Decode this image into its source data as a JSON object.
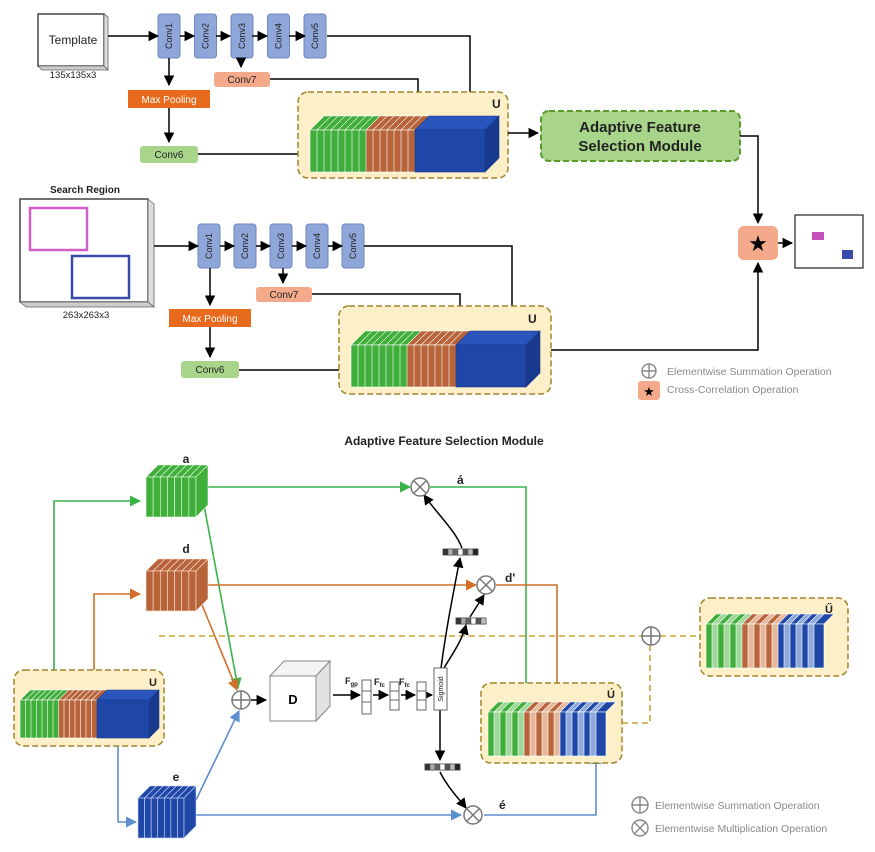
{
  "top": {
    "template_label": "Template",
    "template_size": "135x135x3",
    "search_title": "Search Region",
    "search_size": "263x263x3",
    "conv1": "Conv1",
    "conv2": "Conv2",
    "conv3": "Conv3",
    "conv4": "Conv4",
    "conv5": "Conv5",
    "conv6": "Conv6",
    "conv7": "Conv7",
    "maxpool": "Max Pooling",
    "u_label": "U",
    "afs_line1": "Adaptive Feature",
    "afs_line2": "Selection Module"
  },
  "legend_top": {
    "sum": "Elementwise Summation Operation",
    "xcorr": "Cross-Correlation Operation"
  },
  "bottom": {
    "title": "Adaptive Feature Selection Module",
    "a": "a",
    "d": "d",
    "e": "e",
    "a_prime": "á",
    "d_prime": "d'",
    "e_prime": "é",
    "u": "U",
    "u_prime": "Ú",
    "u_dprime": "Ű",
    "D": "D",
    "fgp_main": "F",
    "fgp_sub": "gp",
    "ffc_main": "F",
    "ffc_sub": "fc",
    "sigmoid": "Sigmoid"
  },
  "legend_bottom": {
    "sum": "Elementwise Summation Operation",
    "mult": "Elementwise Multiplication Operation"
  },
  "colors": {
    "green": "#3fae3a",
    "brown": "#b8643a",
    "blue": "#1f47a8",
    "conv_blue": "#8fa6d8",
    "orange": "#e86a1c",
    "salmon": "#f4a98a",
    "light_green": "#a9d58b",
    "cream": "#fdf0c8",
    "gold_border": "#a0862a",
    "green_line": "#39b34a",
    "orange_line": "#d0702a",
    "steel_line": "#5b8fd0",
    "dash_gold": "#c8a431"
  }
}
